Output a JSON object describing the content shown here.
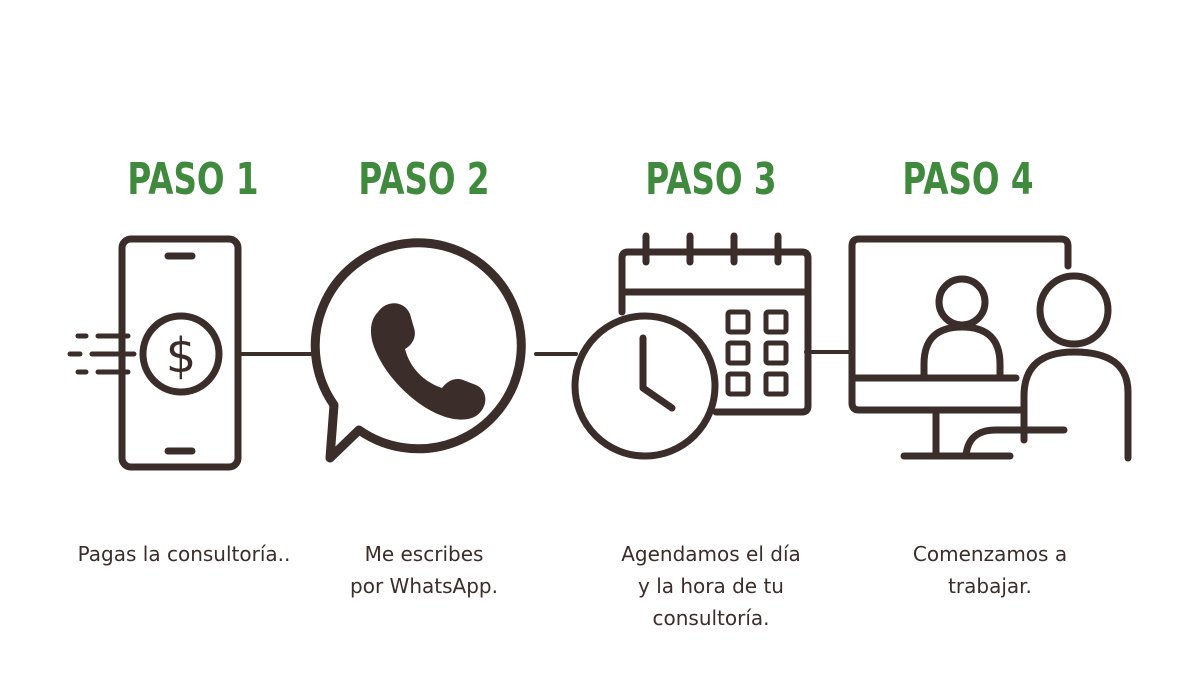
{
  "steps": [
    {
      "title": "PASO 1",
      "description": "Pagas la consultoría..",
      "icon": "phone-payment-icon"
    },
    {
      "title": "PASO 2",
      "description": "Me escribes\npor WhatsApp.",
      "icon": "whatsapp-icon"
    },
    {
      "title": "PASO 3",
      "description": "Agendamos el día\ny la hora de tu\nconsultoría.",
      "icon": "calendar-clock-icon"
    },
    {
      "title": "PASO 4",
      "description": "Comenzamos a\ntrabajar.",
      "icon": "video-call-icon"
    }
  ],
  "colors": {
    "accent": "#3f8a3c",
    "icon": "#3b2d2a",
    "text": "#3b2d2a",
    "background": "#ffffff"
  }
}
